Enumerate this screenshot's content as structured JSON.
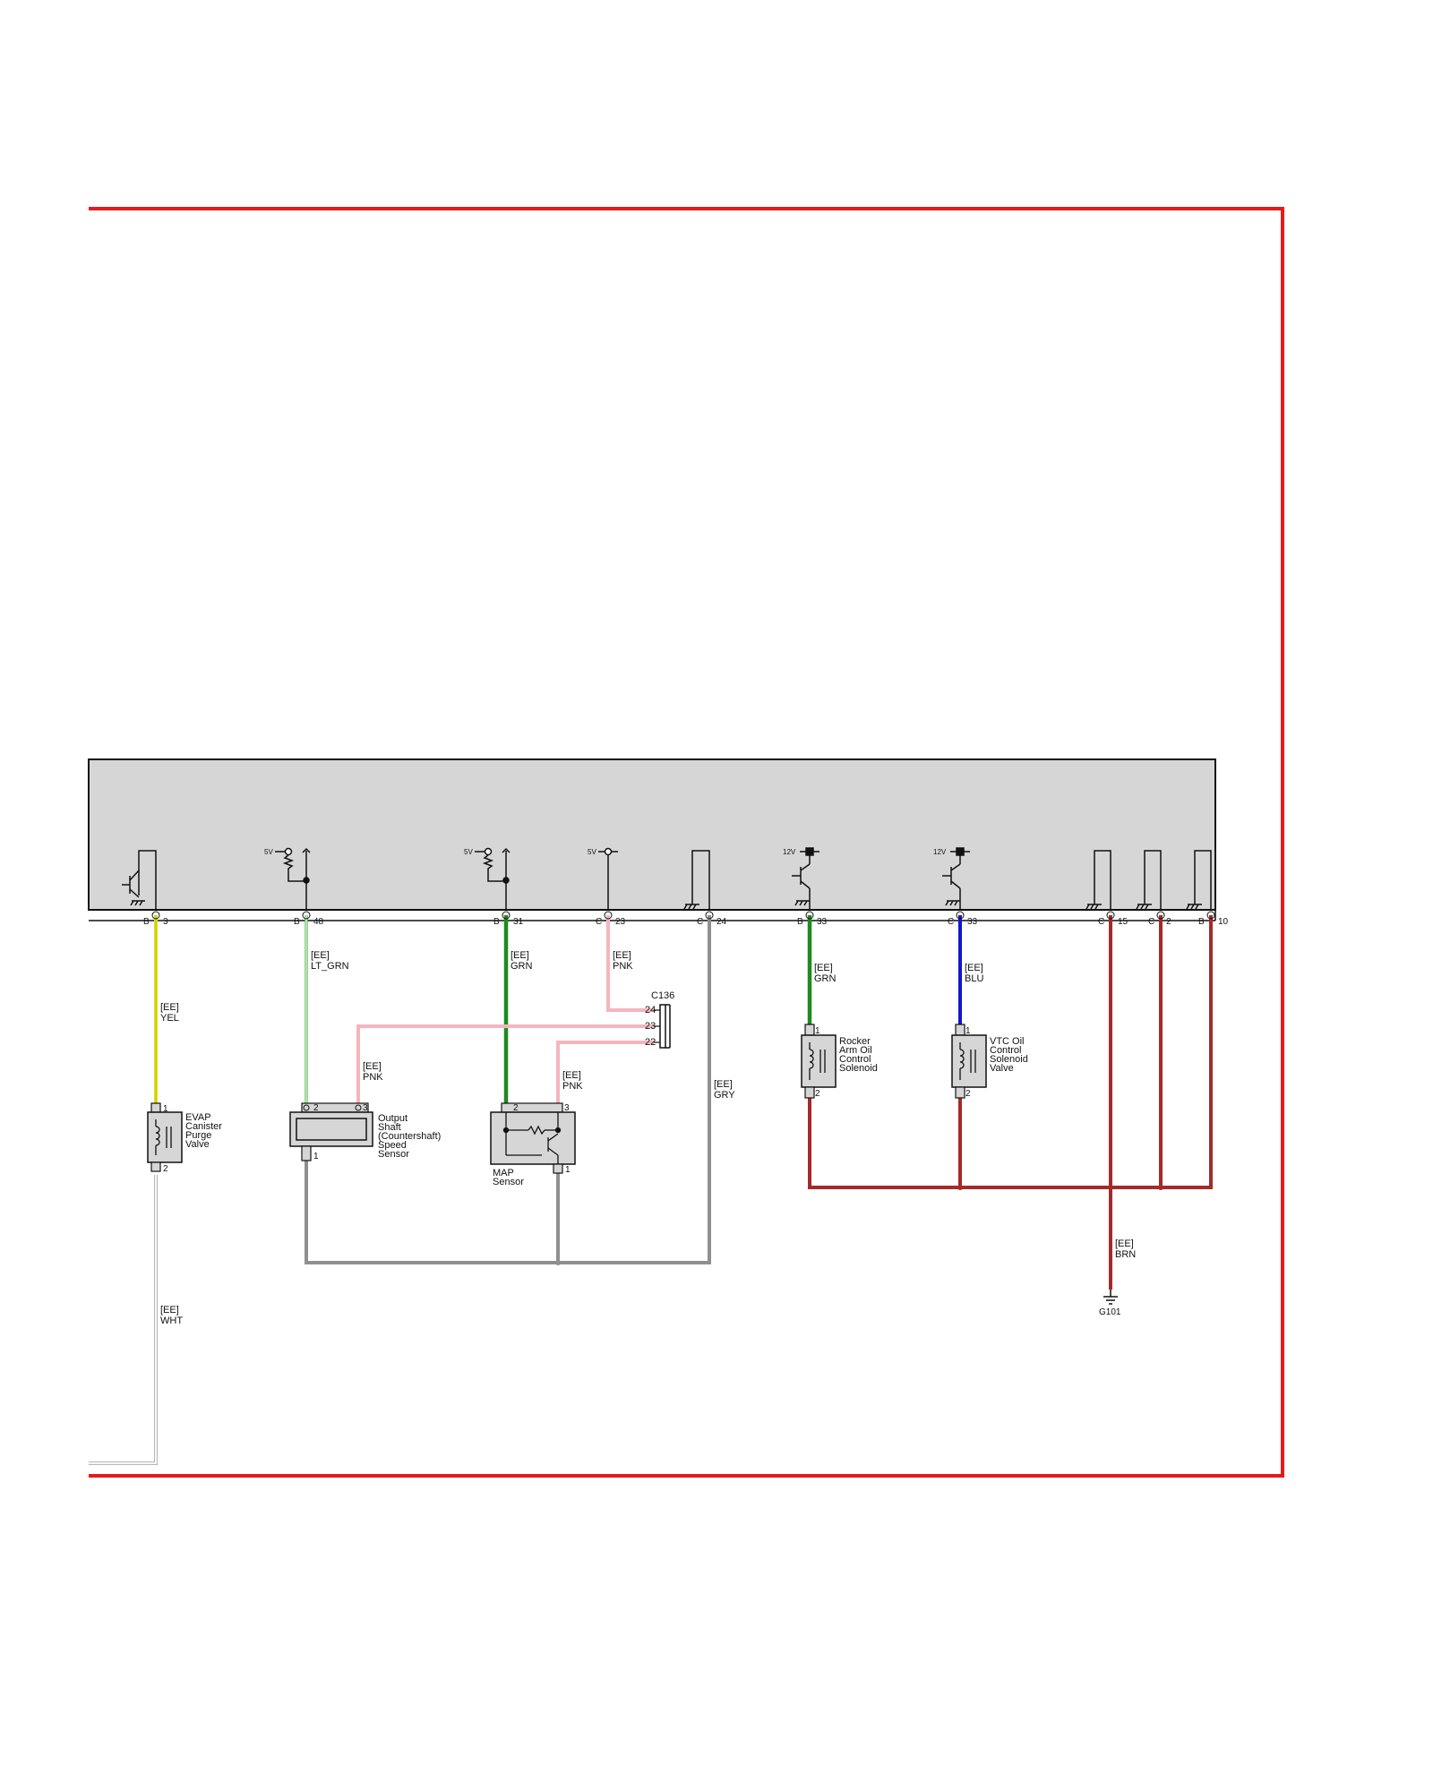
{
  "ecm_pins": [
    {
      "id": "p1",
      "conn": "B",
      "num": "3"
    },
    {
      "id": "p2",
      "conn": "B",
      "num": "48"
    },
    {
      "id": "p3",
      "conn": "B",
      "num": "31"
    },
    {
      "id": "p4",
      "conn": "C",
      "num": "23"
    },
    {
      "id": "p5",
      "conn": "C",
      "num": "24"
    },
    {
      "id": "p6",
      "conn": "B",
      "num": "33"
    },
    {
      "id": "p7",
      "conn": "C",
      "num": "33"
    },
    {
      "id": "p8",
      "conn": "C",
      "num": "15"
    },
    {
      "id": "p9",
      "conn": "C",
      "num": "2"
    },
    {
      "id": "p10",
      "conn": "B",
      "num": "10"
    }
  ],
  "supply_labels": {
    "s1": "5V",
    "s2": "5V",
    "s3": "5V",
    "s4": "12V",
    "s5": "12V"
  },
  "wire_labels": {
    "yel": {
      "circuit": "[EE]",
      "color": "YEL"
    },
    "ltgrn": {
      "circuit": "[EE]",
      "color": "LT_GRN"
    },
    "grn": {
      "circuit": "[EE]",
      "color": "GRN"
    },
    "pnk_top": {
      "circuit": "[EE]",
      "color": "PNK"
    },
    "grn2": {
      "circuit": "[EE]",
      "color": "GRN"
    },
    "blu": {
      "circuit": "[EE]",
      "color": "BLU"
    },
    "pnk_oss": {
      "circuit": "[EE]",
      "color": "PNK"
    },
    "pnk_map": {
      "circuit": "[EE]",
      "color": "PNK"
    },
    "gry": {
      "circuit": "[EE]",
      "color": "GRY"
    },
    "brn": {
      "circuit": "[EE]",
      "color": "BRN"
    },
    "wht": {
      "circuit": "[EE]",
      "color": "WHT"
    }
  },
  "splice": {
    "name": "C136",
    "pins": [
      "24",
      "23",
      "22"
    ]
  },
  "components": {
    "evap": {
      "lines": [
        "EVAP",
        "Canister",
        "Purge",
        "Valve"
      ],
      "pin_top": "1",
      "pin_bottom": "2"
    },
    "oss": {
      "lines": [
        "Output",
        "Shaft",
        "(Countershaft)",
        "Speed",
        "Sensor"
      ],
      "pin_a": "2",
      "pin_b": "3",
      "pin_bottom": "1"
    },
    "map": {
      "lines": [
        "MAP",
        "Sensor"
      ],
      "pin_a": "2",
      "pin_b": "3",
      "pin_bottom": "1"
    },
    "rocker": {
      "lines": [
        "Rocker",
        "Arm Oil",
        "Control",
        "Solenoid"
      ],
      "pin_top": "1",
      "pin_bottom": "2"
    },
    "vtc": {
      "lines": [
        "VTC Oil",
        "Control",
        "Solenoid",
        "Valve"
      ],
      "pin_top": "1",
      "pin_bottom": "2"
    }
  },
  "ground": {
    "name": "G101"
  },
  "colors": {
    "border": "#e41b1b",
    "ecm_fill": "#d6d6d6",
    "yellow": "#e3e31a",
    "lt_green": "#6cc06c",
    "green": "#1f8a1f",
    "pink": "#f5b5bd",
    "gray": "#8f8f8f",
    "blue": "#1515cc",
    "brown": "#a52a2a",
    "white_wire": "#b8b8b8"
  }
}
